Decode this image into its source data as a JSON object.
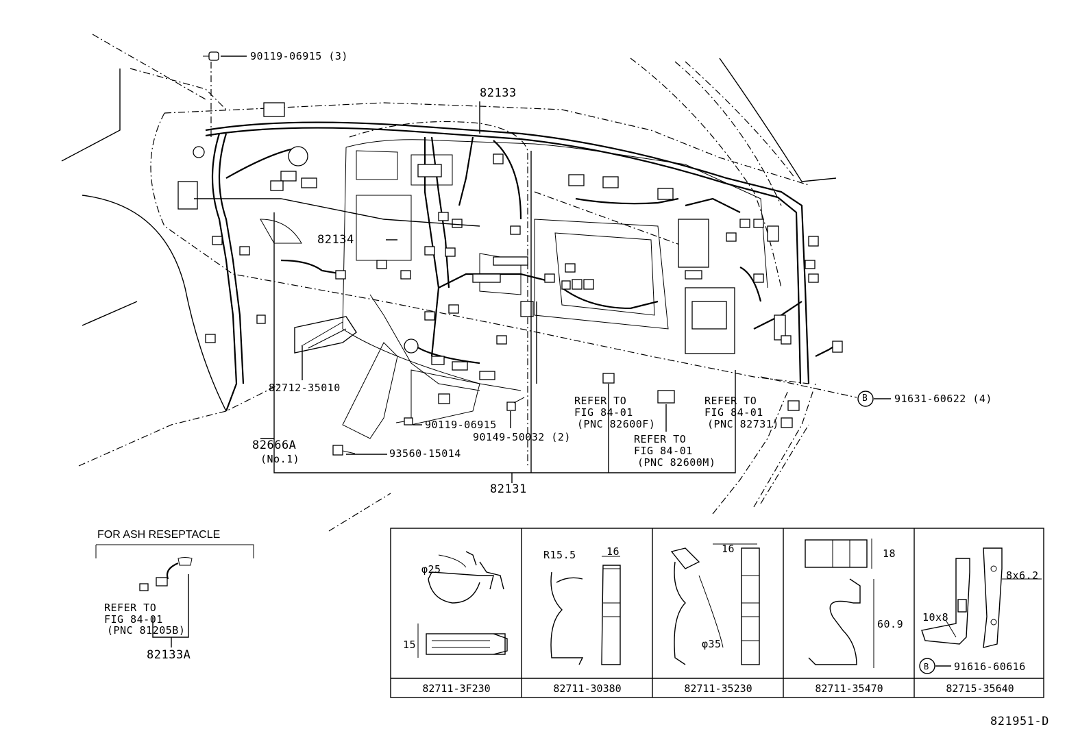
{
  "callouts": {
    "bolt_top": "90119-06915 (3)",
    "harness_main": "82133",
    "harness_center": "82134",
    "protector": "82712-35010",
    "clamp_82666a": "82666A",
    "clamp_no1": "(No.1)",
    "bolt_mid": "90119-06915",
    "screw": "90149-50032 (2)",
    "bolt_low": "93560-15014",
    "refer_a_l1": "REFER TO",
    "refer_a_l2": "FIG 84-01",
    "refer_a_l3": "(PNC 82600F)",
    "refer_b_l1": "REFER TO",
    "refer_b_l2": "FIG 84-01",
    "refer_b_l3": "(PNC 82600M)",
    "refer_c_l1": "REFER TO",
    "refer_c_l2": "FIG 84-01",
    "refer_c_l3": "(PNC 82731)",
    "clip_b": "91631-60622 (4)",
    "harness_assy": "82131",
    "marker_b": "B"
  },
  "ash_receptacle": {
    "title": "FOR ASH RESEPTACLE",
    "refer_l1": "REFER TO",
    "refer_l2": "FIG 84-01",
    "refer_l3": "(PNC 81205B)",
    "part": "82133A"
  },
  "clamp_table": [
    {
      "part": "82711-3F230",
      "dims": [
        "φ25",
        "15"
      ]
    },
    {
      "part": "82711-30380",
      "dims": [
        "R15.5",
        "16"
      ]
    },
    {
      "part": "82711-35230",
      "dims": [
        "16",
        "φ35"
      ]
    },
    {
      "part": "82711-35470",
      "dims": [
        "18",
        "60.9"
      ]
    },
    {
      "part": "82715-35640",
      "dims": [
        "8x6.2",
        "10x8",
        "91616-60616"
      ]
    }
  ],
  "figure_id": "821951-D"
}
